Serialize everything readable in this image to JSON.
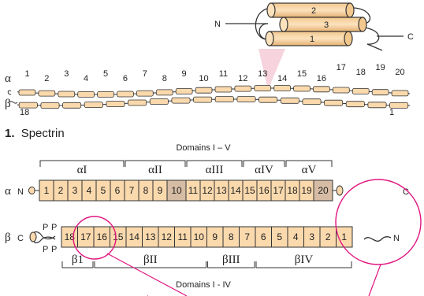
{
  "helix_inset": {
    "n_label": "N",
    "c_label": "C",
    "helix_labels": [
      "2",
      "3",
      "1"
    ]
  },
  "chain_view": {
    "alpha_label": "α",
    "beta_label": "β",
    "alpha_numbers": [
      "1",
      "2",
      "3",
      "4",
      "5",
      "6",
      "7",
      "8",
      "9",
      "10",
      "11",
      "12",
      "13",
      "14",
      "15",
      "16",
      "17",
      "18",
      "19",
      "20"
    ],
    "beta_numbers": [
      "18",
      "1"
    ]
  },
  "figure_title": {
    "number": "1.",
    "text": "Spectrin"
  },
  "alpha_chain": {
    "greek": "α",
    "n_label": "N",
    "c_label": "C",
    "boxes": [
      "1",
      "2",
      "3",
      "4",
      "5",
      "6",
      "7",
      "8",
      "9",
      "10",
      "11",
      "12",
      "13",
      "14",
      "15",
      "16",
      "17",
      "18",
      "19",
      "20"
    ],
    "domains_title": "Domains I – V",
    "domains": [
      "αI",
      "αII",
      "αIII",
      "αIV",
      "αV"
    ]
  },
  "beta_chain": {
    "greek": "β",
    "c_label": "C",
    "n_label": "N",
    "p_label": "P",
    "boxes": [
      "18",
      "17",
      "16",
      "15",
      "14",
      "13",
      "12",
      "11",
      "10",
      "9",
      "8",
      "7",
      "6",
      "5",
      "4",
      "3",
      "2",
      "1"
    ],
    "domains_title": "Domains I - IV",
    "domains": [
      "β1",
      "βII",
      "βIII",
      "βIV"
    ]
  },
  "colors": {
    "box_fill": "#fad9ad",
    "box_dark": "#d6bca4",
    "outline": "#333333",
    "highlight": "#e0157f",
    "cone": "#f6d3dd"
  }
}
